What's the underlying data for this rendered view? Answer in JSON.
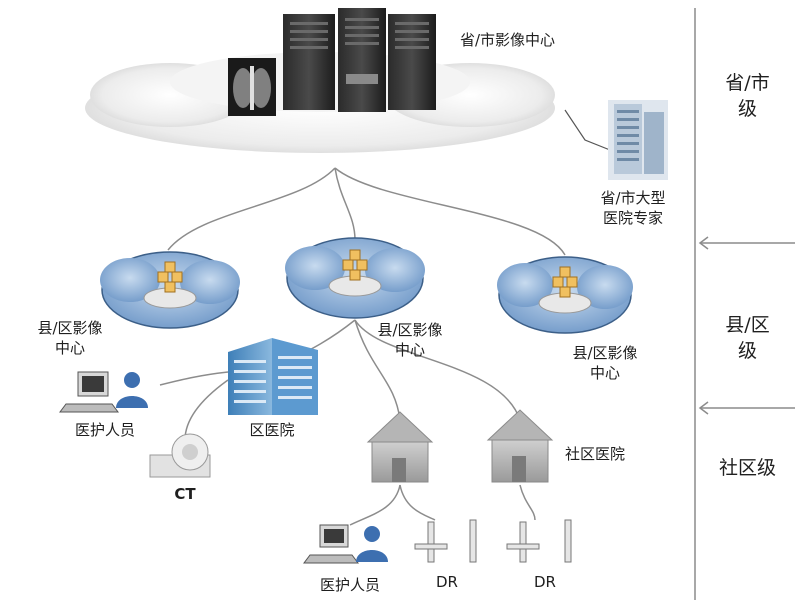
{
  "labels": {
    "provincial_center": "省/市影像中心",
    "large_hospital": "省/市大型\n医院专家",
    "county_center_left": "县/区影像\n中心",
    "county_center_mid": "县/区影像\n中心",
    "county_center_right": "县/区影像\n中心",
    "medical_staff_top": "医护人员",
    "district_hospital": "区医院",
    "ct": "CT",
    "community_hospital": "社区医院",
    "medical_staff_bottom": "医护人员",
    "dr_left": "DR",
    "dr_right": "DR"
  },
  "levels": {
    "provincial": "省/市\n级",
    "county": "县/区\n级",
    "community": "社区级"
  },
  "icons": [
    "x-ray-image-icon",
    "server-rack-icon",
    "hospital-building-icon",
    "cloud-database-icon",
    "computer-workstation-icon",
    "person-icon",
    "office-building-icon",
    "ct-scanner-icon",
    "house-icon",
    "dr-machine-icon",
    "arrow-left-icon"
  ],
  "colors": {
    "cloud_blue": "#7fa7d3",
    "cloud_grey": "#d9d9d9",
    "line_grey": "#8c8c8c",
    "building_blue": "#4a8fc8"
  }
}
